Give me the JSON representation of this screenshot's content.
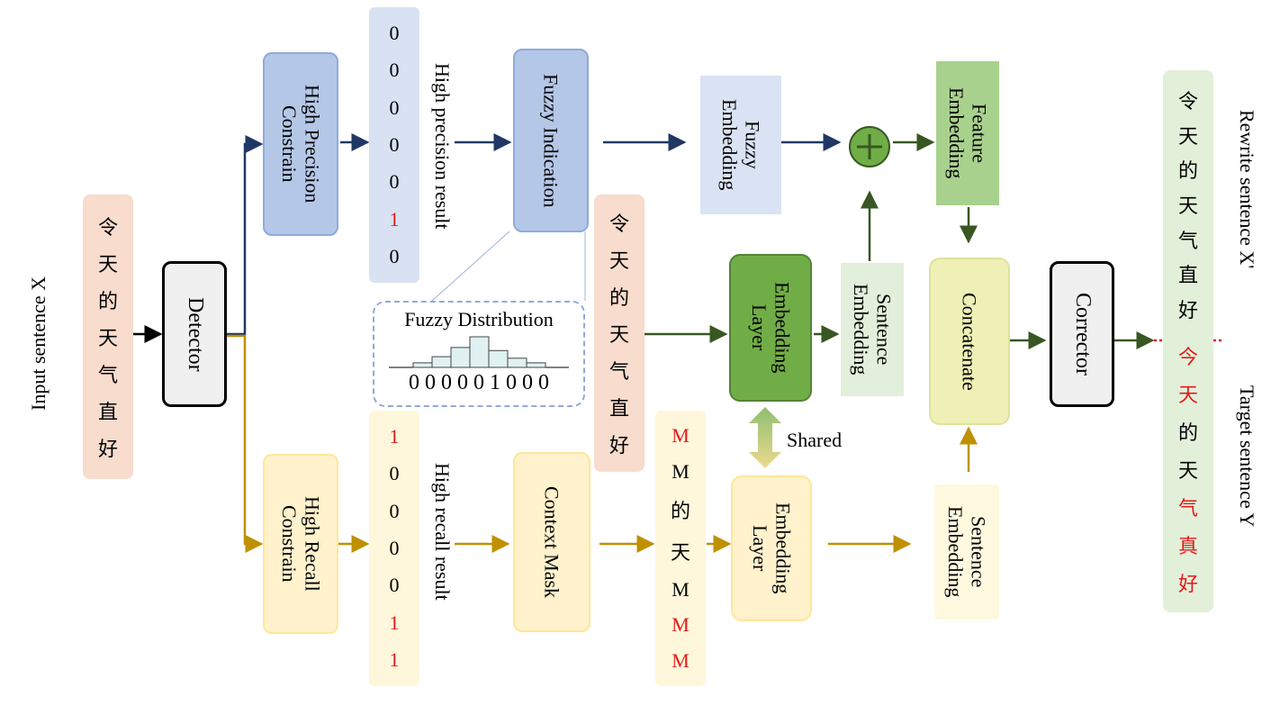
{
  "input": {
    "label": "Input sentence X",
    "chars": [
      "令",
      "天",
      "的",
      "天",
      "气",
      "直",
      "好"
    ]
  },
  "detector": {
    "label": "Detector"
  },
  "high_precision": {
    "box_label": "High Precision\nConstrain",
    "digits": [
      "0",
      "0",
      "0",
      "0",
      "0",
      "1",
      "0"
    ],
    "result_label": "High precision result"
  },
  "high_recall": {
    "box_label": "High Recall\nConstrain",
    "digits": [
      "1",
      "0",
      "0",
      "0",
      "0",
      "1",
      "1"
    ],
    "result_label": "High recall result"
  },
  "fuzzy_indication": {
    "label": "Fuzzy Indication"
  },
  "fuzzy_distribution": {
    "title": "Fuzzy Distribution",
    "values": [
      0,
      0,
      0,
      0,
      0,
      1,
      0,
      0,
      0
    ],
    "values_text": "0 0 0 0 0 1 0 0 0",
    "bar_heights": [
      0,
      0.15,
      0.35,
      0.65,
      1.0,
      0.55,
      0.3,
      0.15,
      0
    ]
  },
  "fuzzy_embedding": {
    "label": "Fuzzy\nEmbedding"
  },
  "middle_sentence": {
    "chars": [
      "令",
      "天",
      "的",
      "天",
      "气",
      "直",
      "好"
    ]
  },
  "context_mask": {
    "label": "Context Mask"
  },
  "masked_sentence": {
    "tokens": [
      "M",
      "M",
      "的",
      "天",
      "M",
      "M",
      "M"
    ],
    "red_flags": [
      true,
      false,
      false,
      false,
      false,
      true,
      true
    ]
  },
  "embedding_layer_top": {
    "label": "Embedding\nLayer"
  },
  "embedding_layer_bottom": {
    "label": "Embedding\nLayer"
  },
  "shared": {
    "label": "Shared"
  },
  "sentence_embedding_top": {
    "label": "Sentence\nEmbedding"
  },
  "sentence_embedding_bottom": {
    "label": "Sentence\nEmbedding"
  },
  "plus": {
    "symbol": "+"
  },
  "feature_embedding": {
    "label": "Feature\nEmbedding"
  },
  "concatenate": {
    "label": "Concatenate"
  },
  "corrector": {
    "label": "Corrector"
  },
  "output": {
    "rewrite_chars": [
      "令",
      "天",
      "的",
      "天",
      "气",
      "直",
      "好"
    ],
    "target_chars": [
      "今",
      "天",
      "的",
      "天",
      "气",
      "真",
      "好"
    ],
    "target_red_flags": [
      true,
      true,
      false,
      false,
      true,
      true,
      true
    ],
    "rewrite_label": "Rewrite sentence X'",
    "target_label": "Target sentence Y"
  },
  "colors": {
    "navy": "#203864",
    "green": "#385723",
    "gold": "#bf9000",
    "red": "#e31a1c"
  }
}
